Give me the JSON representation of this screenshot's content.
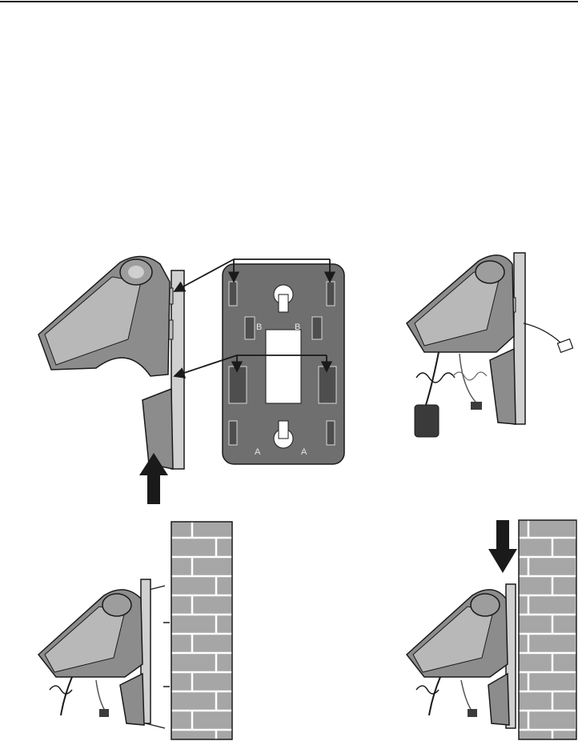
{
  "mounting_plate": {
    "slot_labels": [
      "B",
      "B",
      "A",
      "A"
    ]
  },
  "icons": {
    "arrow_up": "up-arrow-icon",
    "arrow_down": "down-arrow-icon",
    "wall": "brick-wall-icon",
    "phone_base": "telephone-base-icon",
    "power_adapter": "power-adapter-icon",
    "phone_plug": "phone-line-plug-icon"
  },
  "colors": {
    "ink": "#1a1a1a",
    "plate": "#6f6f6f",
    "device": "#8c8c8c",
    "device_dark": "#5a5a5a",
    "wall_fill": "#a6a6a6"
  }
}
